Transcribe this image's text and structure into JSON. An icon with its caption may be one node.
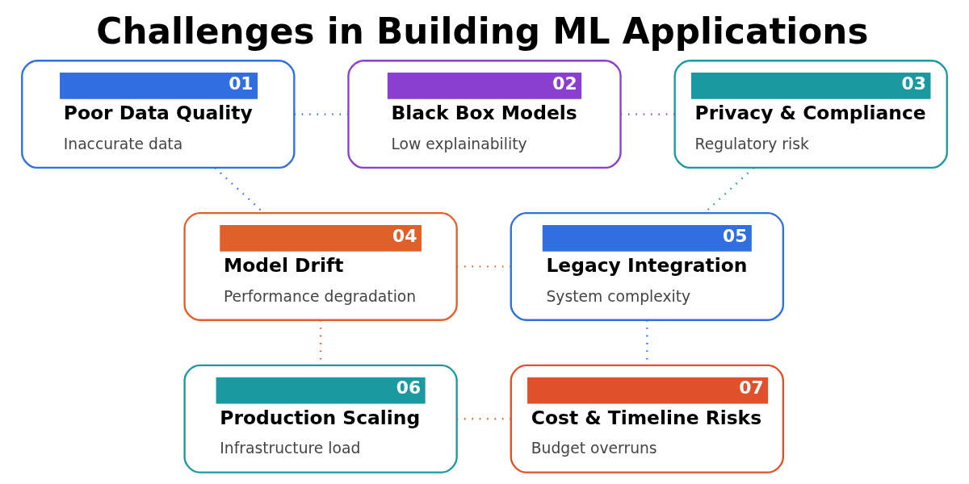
{
  "diagram": {
    "title": "Challenges in Building ML Applications",
    "nodes": [
      {
        "text": [
          "01",
          "Poor Data Quality",
          "Inaccurate data"
        ]
      },
      {
        "text": [
          "02",
          "Black Box Models",
          "Low explainability"
        ]
      },
      {
        "text": [
          "03",
          "Privacy & Compliance",
          "Regulatory risk"
        ]
      },
      {
        "text": [
          "04",
          "Model Drift",
          "Performance degradation"
        ]
      },
      {
        "text": [
          "05",
          "Legacy Integration",
          "System complexity"
        ]
      },
      {
        "text": [
          "06",
          "Production Scaling",
          "Infrastructure load"
        ]
      },
      {
        "text": [
          "07",
          "Cost & Timeline Risks",
          "Budget overruns"
        ]
      }
    ],
    "edges": [
      {
        "from": 0,
        "to": 1,
        "arrow": "none",
        "style": "dashed",
        "color": "#2f6fe0"
      },
      {
        "from": 1,
        "to": 2,
        "arrow": "none",
        "style": "dashed",
        "color": "#8a3fd1"
      },
      {
        "from": 0,
        "to": 3,
        "arrow": "none",
        "style": "dashed",
        "color": "#2f6fe0"
      },
      {
        "from": 2,
        "to": 4,
        "arrow": "none",
        "style": "dashed",
        "color": "#1a9aa0"
      },
      {
        "from": 3,
        "to": 4,
        "arrow": "none",
        "style": "dashed",
        "color": "#e0602a"
      },
      {
        "from": 3,
        "to": 5,
        "arrow": "none",
        "style": "dashed",
        "color": "#e0602a"
      },
      {
        "from": 4,
        "to": 6,
        "arrow": "none",
        "style": "dashed",
        "color": "#2f6fe0"
      },
      {
        "from": 5,
        "to": 6,
        "arrow": "none",
        "style": "dashed",
        "color": "#e0602a"
      }
    ]
  }
}
